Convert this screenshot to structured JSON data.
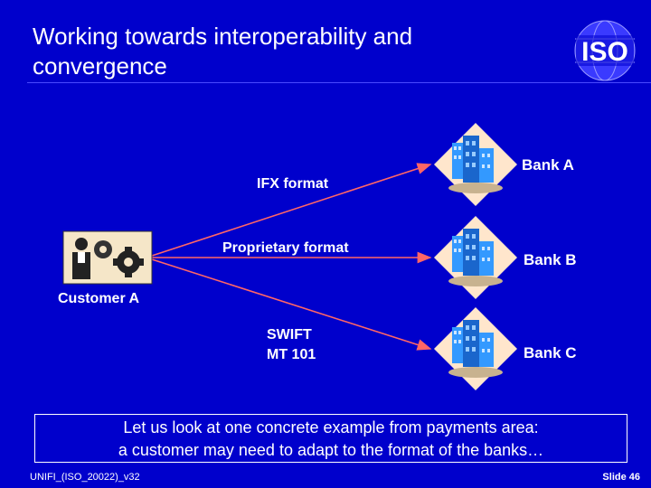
{
  "slide": {
    "title_line1": "Working towards interoperability and",
    "title_line2": "convergence",
    "logo_text": "ISO"
  },
  "diagram": {
    "customer": {
      "label": "Customer A",
      "icon": "customer-gears-icon"
    },
    "formats": [
      {
        "label": "IFX format"
      },
      {
        "label": "Proprietary format"
      },
      {
        "label_line1": "SWIFT",
        "label_line2": "MT 101"
      }
    ],
    "banks": [
      {
        "label": "Bank A",
        "icon": "bank-building-icon"
      },
      {
        "label": "Bank B",
        "icon": "bank-building-icon"
      },
      {
        "label": "Bank C",
        "icon": "bank-building-icon"
      }
    ]
  },
  "note": {
    "line1": "Let us look at one concrete example from payments area:",
    "line2": "a customer may need to adapt to the format of the banks…"
  },
  "footer": {
    "left": "UNIFI_(ISO_20022)_v32",
    "right": "Slide 46"
  },
  "colors": {
    "background": "#0000CC",
    "text": "#FFFFFF",
    "arrow": "#FF6666"
  }
}
